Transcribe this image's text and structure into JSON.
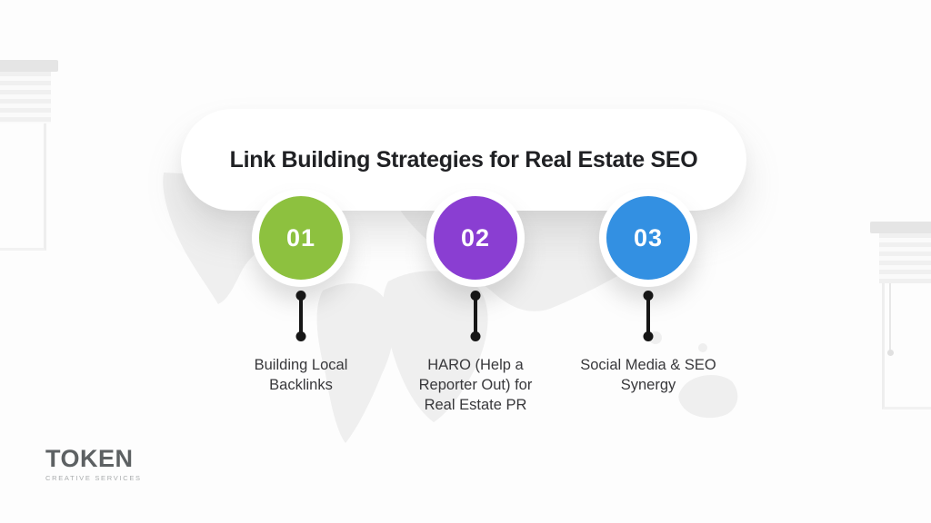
{
  "header": {
    "title": "Link Building Strategies for Real Estate SEO"
  },
  "steps": [
    {
      "number": "01",
      "label": "Building Local\nBacklinks",
      "color": "#8dc13f"
    },
    {
      "number": "02",
      "label": "HARO (Help a\nReporter Out) for\nReal Estate PR",
      "color": "#8a3ed2"
    },
    {
      "number": "03",
      "label": "Social Media & SEO\nSynergy",
      "color": "#3390e2"
    }
  ],
  "branding": {
    "name": "TOKEN",
    "tagline": "CREATIVE SERVICES"
  },
  "colors": {
    "background": "#fdfdfd",
    "pill": "#ffffff",
    "title_text": "#202124",
    "label_text": "#38383b",
    "connector": "#161616",
    "step1_green": "#8dc13f",
    "step2_purple": "#8a3ed2",
    "step3_blue": "#3390e2",
    "map": "#efefef",
    "logo_name": "#5d6163",
    "logo_tagline": "#a9acad"
  }
}
